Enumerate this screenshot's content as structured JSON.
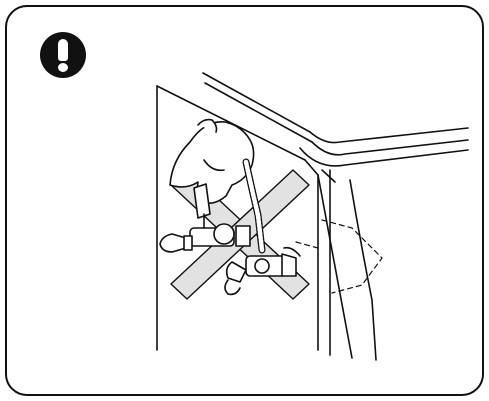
{
  "figure": {
    "kind": "prohibited-action-illustration",
    "symbol": "exclamation-mark",
    "prohibition_mark": "cross-out"
  },
  "colors": {
    "ink": "#111111",
    "background": "#ffffff",
    "cross_fill": "#e2e2e2"
  }
}
